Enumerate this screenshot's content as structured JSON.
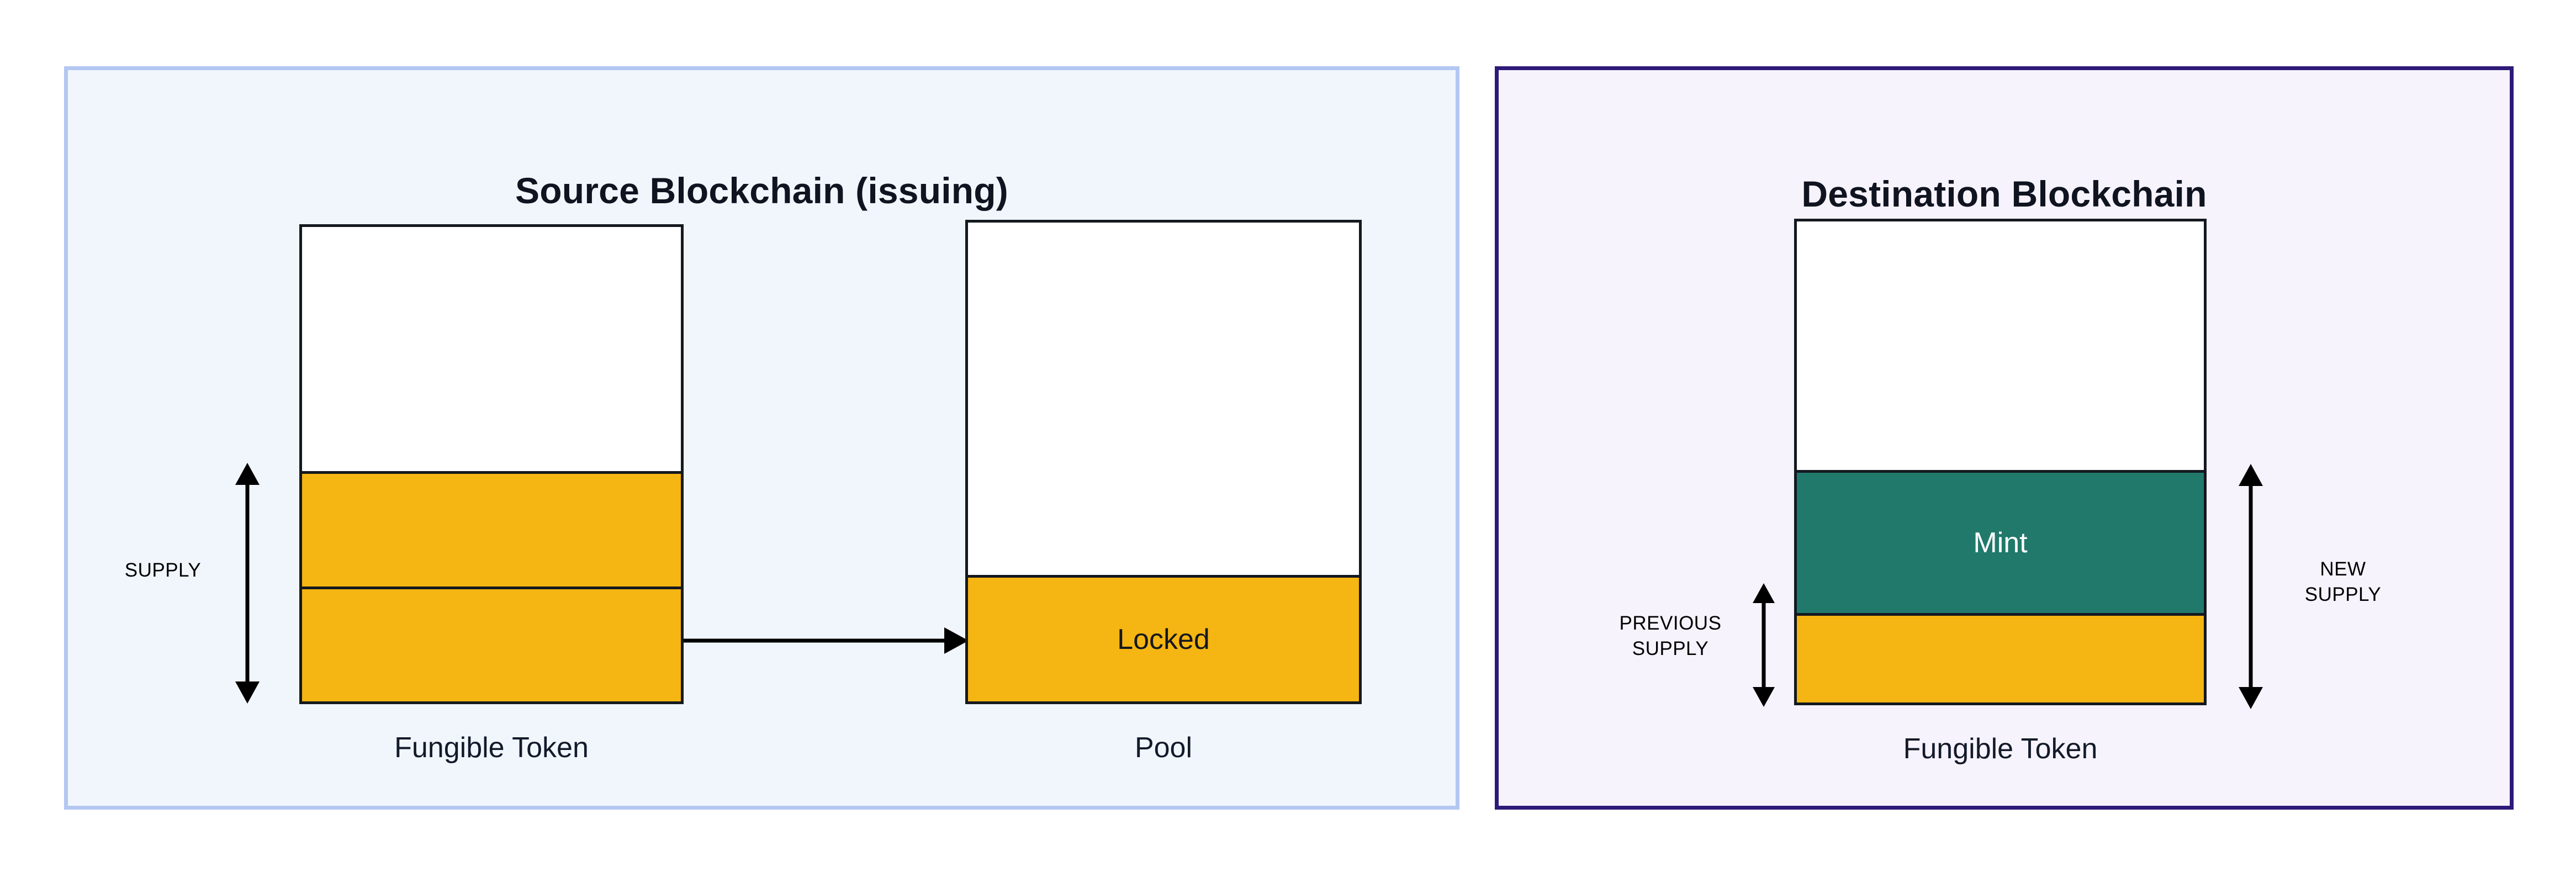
{
  "diagram": {
    "title_source": "Source Blockchain (issuing)",
    "title_destination": "Destination Blockchain"
  },
  "source_panel": {
    "title": "Source Blockchain (issuing)",
    "border_color": "#b3c7f2",
    "background_color": "#f1f6fd",
    "token_box": {
      "caption": "Fungible Token",
      "segments": [
        {
          "name": "headroom",
          "label": "",
          "color": "#ffffff"
        },
        {
          "name": "supply-upper",
          "label": "",
          "color": "#f5b512"
        },
        {
          "name": "supply-lower",
          "label": "",
          "color": "#f5b512"
        }
      ]
    },
    "pool_box": {
      "caption": "Pool",
      "segments": [
        {
          "name": "headroom",
          "label": "",
          "color": "#ffffff"
        },
        {
          "name": "locked",
          "label": "Locked",
          "color": "#f5b512"
        }
      ]
    },
    "supply_measure": {
      "label": "SUPPLY",
      "style": "double-headed-vertical-arrow"
    },
    "transfer_arrow": {
      "label": "",
      "from": "Fungible Token",
      "to": "Pool",
      "style": "single-headed-horizontal-arrow"
    }
  },
  "destination_panel": {
    "title": "Destination Blockchain",
    "border_color": "#2e1a78",
    "background_color": "#f6f3fd",
    "token_box": {
      "caption": "Fungible Token",
      "segments": [
        {
          "name": "headroom",
          "label": "",
          "color": "#ffffff"
        },
        {
          "name": "mint",
          "label": "Mint",
          "color": "#21796b"
        },
        {
          "name": "previous-supply",
          "label": "",
          "color": "#f5b512"
        }
      ]
    },
    "previous_supply_measure": {
      "label": "PREVIOUS\nSUPPLY",
      "style": "double-headed-vertical-arrow"
    },
    "new_supply_measure": {
      "label": "NEW\nSUPPLY",
      "style": "double-headed-vertical-arrow"
    }
  },
  "palette": {
    "token_yellow": "#f5b512",
    "mint_teal": "#21796b",
    "stroke_black": "#14181f",
    "text_navy": "#131a29",
    "source_border": "#b3c7f2",
    "source_fill": "#f1f6fd",
    "destination_border": "#2e1a78",
    "destination_fill": "#f6f3fd"
  }
}
